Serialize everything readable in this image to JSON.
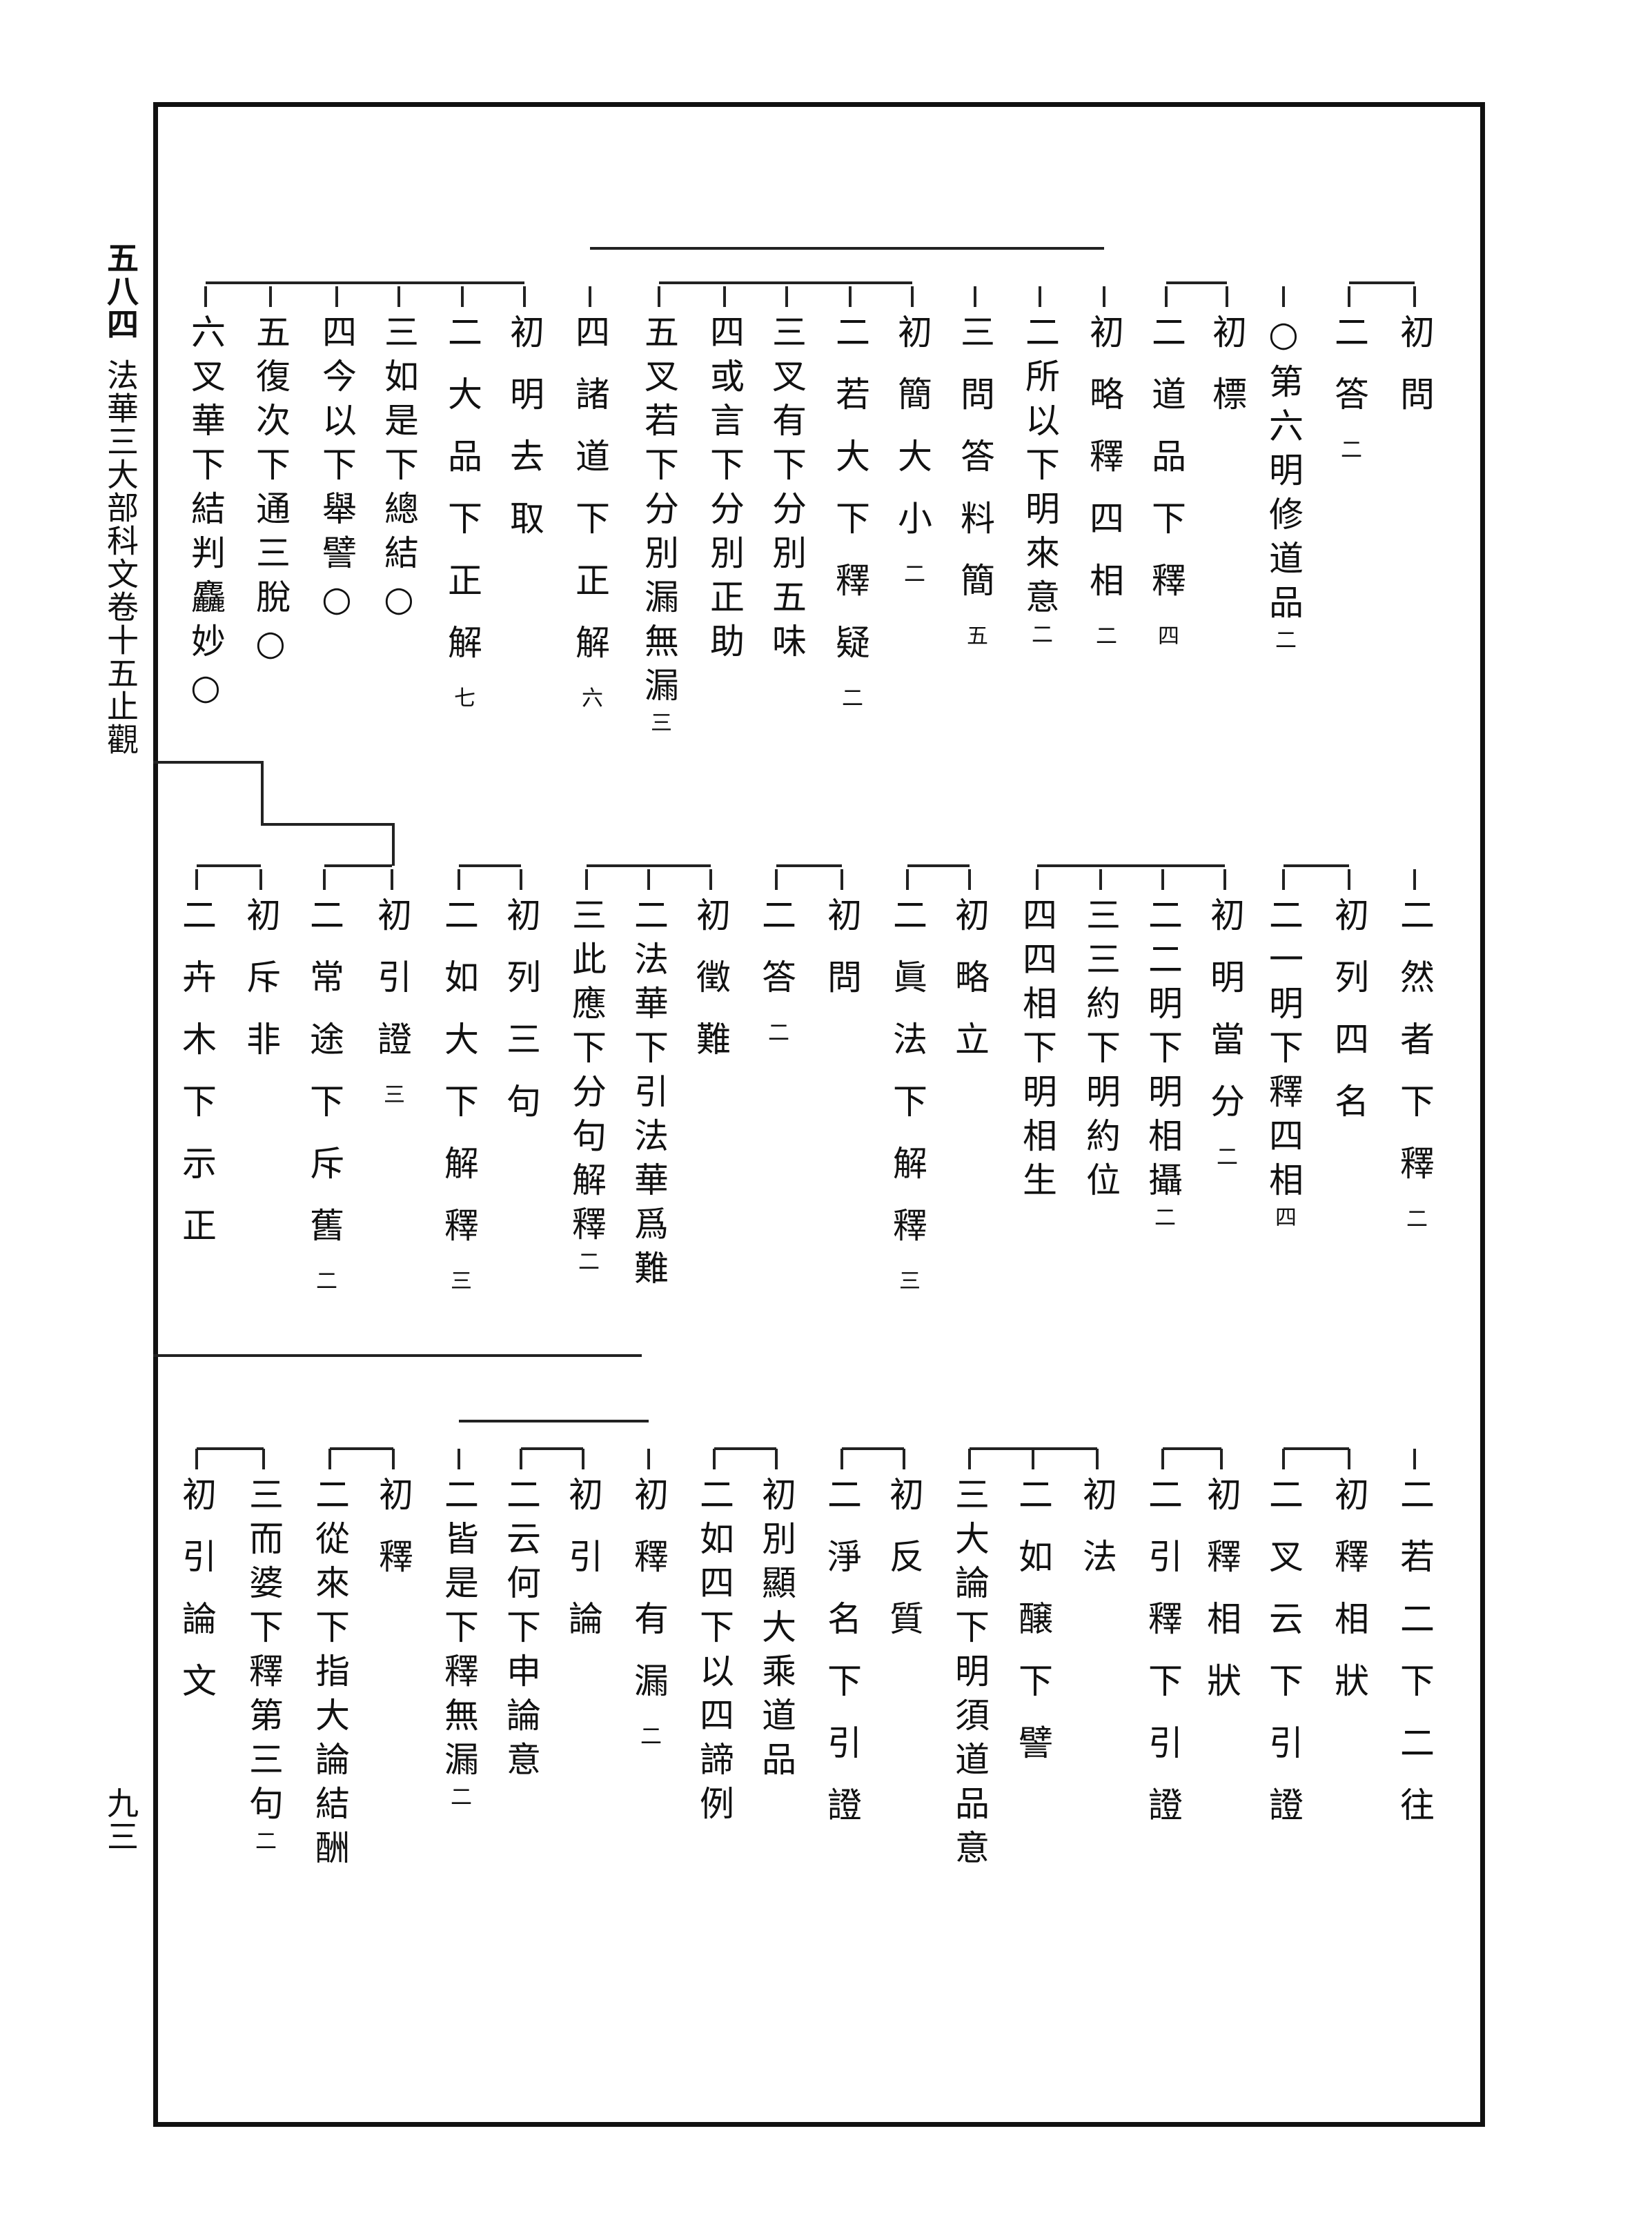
{
  "header": {
    "folio": "五八四",
    "running_title": "法華三大部科文卷十五止觀",
    "page_number": "九三"
  },
  "outline": [
    {
      "id": "r1_01",
      "text": "初問",
      "mark": ""
    },
    {
      "id": "r1_02",
      "text": "二答",
      "mark": "二"
    },
    {
      "id": "r1_03",
      "text": "○第六明修道品",
      "mark": "二"
    },
    {
      "id": "r1_04",
      "text": "初標",
      "mark": ""
    },
    {
      "id": "r1_05",
      "text": "二道品下釋",
      "mark": "四"
    },
    {
      "id": "r1_06",
      "text": "初略釋四相",
      "mark": "二"
    },
    {
      "id": "r1_07",
      "text": "二所以下明來意",
      "mark": "二"
    },
    {
      "id": "r1_08",
      "text": "三問答料簡",
      "mark": "五"
    },
    {
      "id": "r1_09",
      "text": "初簡大小",
      "mark": "二"
    },
    {
      "id": "r1_10",
      "text": "二若大下釋疑",
      "mark": "二"
    },
    {
      "id": "r1_11",
      "text": "三叉有下分別五味",
      "mark": ""
    },
    {
      "id": "r1_12",
      "text": "四或言下分別正助",
      "mark": ""
    },
    {
      "id": "r1_13",
      "text": "五叉若下分別漏無漏",
      "mark": "三"
    },
    {
      "id": "r1_14",
      "text": "四諸道下正解",
      "mark": "六"
    },
    {
      "id": "r1_15",
      "text": "初明去取",
      "mark": ""
    },
    {
      "id": "r1_16",
      "text": "二大品下正解",
      "mark": "七"
    },
    {
      "id": "r1_17",
      "text": "三如是下總結○",
      "mark": ""
    },
    {
      "id": "r1_18",
      "text": "四今以下舉譬○",
      "mark": ""
    },
    {
      "id": "r1_19",
      "text": "五復次下通三脫○",
      "mark": ""
    },
    {
      "id": "r1_20",
      "text": "六叉華下結判麤妙○",
      "mark": ""
    },
    {
      "id": "r2_01",
      "text": "二然者下釋",
      "mark": "二"
    },
    {
      "id": "r2_02",
      "text": "初列四名",
      "mark": ""
    },
    {
      "id": "r2_03",
      "text": "二一明下釋四相",
      "mark": "四"
    },
    {
      "id": "r2_04",
      "text": "初明當分",
      "mark": "二"
    },
    {
      "id": "r2_05",
      "text": "二二明下明相攝",
      "mark": "二"
    },
    {
      "id": "r2_06",
      "text": "三三約下明約位",
      "mark": ""
    },
    {
      "id": "r2_07",
      "text": "四四相下明相生",
      "mark": ""
    },
    {
      "id": "r2_08",
      "text": "初略立",
      "mark": ""
    },
    {
      "id": "r2_09",
      "text": "二眞法下解釋",
      "mark": "三"
    },
    {
      "id": "r2_10",
      "text": "初問",
      "mark": ""
    },
    {
      "id": "r2_11",
      "text": "二答",
      "mark": "二"
    },
    {
      "id": "r2_12",
      "text": "初徵難",
      "mark": ""
    },
    {
      "id": "r2_13",
      "text": "二法華下引法華爲難",
      "mark": ""
    },
    {
      "id": "r2_14",
      "text": "三此應下分句解釋",
      "mark": "二"
    },
    {
      "id": "r2_15",
      "text": "初列三句",
      "mark": ""
    },
    {
      "id": "r2_16",
      "text": "二如大下解釋",
      "mark": "三"
    },
    {
      "id": "r2_17",
      "text": "初引證",
      "mark": "三"
    },
    {
      "id": "r2_18",
      "text": "二常途下斥舊",
      "mark": "二"
    },
    {
      "id": "r2_19",
      "text": "初斥非",
      "mark": ""
    },
    {
      "id": "r2_20",
      "text": "二卉木下示正",
      "mark": ""
    },
    {
      "id": "r3_01",
      "text": "二若二下二往",
      "mark": ""
    },
    {
      "id": "r3_02",
      "text": "初釋相狀",
      "mark": ""
    },
    {
      "id": "r3_03",
      "text": "二叉云下引證",
      "mark": ""
    },
    {
      "id": "r3_04",
      "text": "初釋相狀",
      "mark": ""
    },
    {
      "id": "r3_05",
      "text": "二引釋下引證",
      "mark": ""
    },
    {
      "id": "r3_06",
      "text": "初法",
      "mark": ""
    },
    {
      "id": "r3_07",
      "text": "二如醸下譬",
      "mark": ""
    },
    {
      "id": "r3_08",
      "text": "三大論下明須道品意",
      "mark": ""
    },
    {
      "id": "r3_09",
      "text": "初反質",
      "mark": ""
    },
    {
      "id": "r3_10",
      "text": "二淨名下引證",
      "mark": ""
    },
    {
      "id": "r3_11",
      "text": "初別顯大乘道品",
      "mark": ""
    },
    {
      "id": "r3_12",
      "text": "二如四下以四諦例",
      "mark": ""
    },
    {
      "id": "r3_13",
      "text": "初釋有漏",
      "mark": "二"
    },
    {
      "id": "r3_14",
      "text": "初引論",
      "mark": ""
    },
    {
      "id": "r3_15",
      "text": "二云何下申論意",
      "mark": ""
    },
    {
      "id": "r3_16",
      "text": "二皆是下釋無漏",
      "mark": "二"
    },
    {
      "id": "r3_17",
      "text": "初釋",
      "mark": ""
    },
    {
      "id": "r3_18",
      "text": "二從來下指大論結酬",
      "mark": ""
    },
    {
      "id": "r3_19",
      "text": "三而婆下釋第三句",
      "mark": "二"
    },
    {
      "id": "r3_20",
      "text": "初引論文",
      "mark": ""
    }
  ]
}
